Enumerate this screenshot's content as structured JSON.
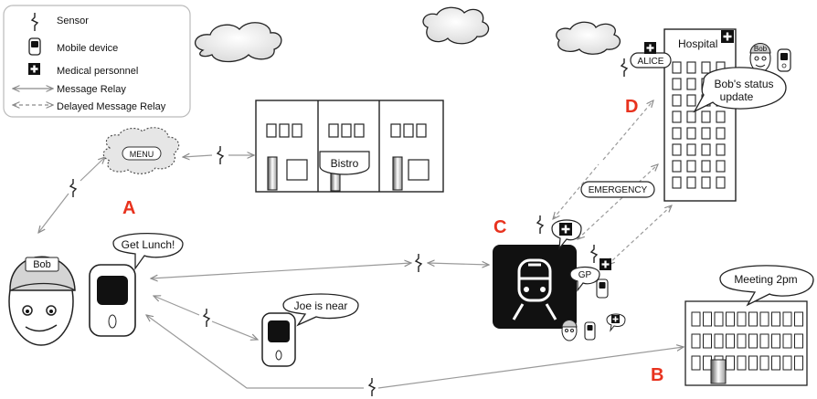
{
  "legend": {
    "sensor": "Sensor",
    "mobile": "Mobile device",
    "medical": "Medical personnel",
    "relay": "Message Relay",
    "delayed": "Delayed Message Relay"
  },
  "labels": {
    "menu": "MENU",
    "bistro": "Bistro",
    "hospital": "Hospital",
    "alice": "ALICE",
    "bob_status_1": "Bob's status",
    "bob_status_2": "update",
    "emergency": "EMERGENCY",
    "gp": "GP",
    "bob": "Bob",
    "bob_small": "Bob",
    "get_lunch": "Get Lunch!",
    "joe": "Joe is near",
    "meeting": "Meeting 2pm"
  },
  "markers": {
    "a": "A",
    "b": "B",
    "c": "C",
    "d": "D"
  },
  "colors": {
    "marker": "#e8321e",
    "relay": "#9a9a9a",
    "ink": "#111111"
  }
}
